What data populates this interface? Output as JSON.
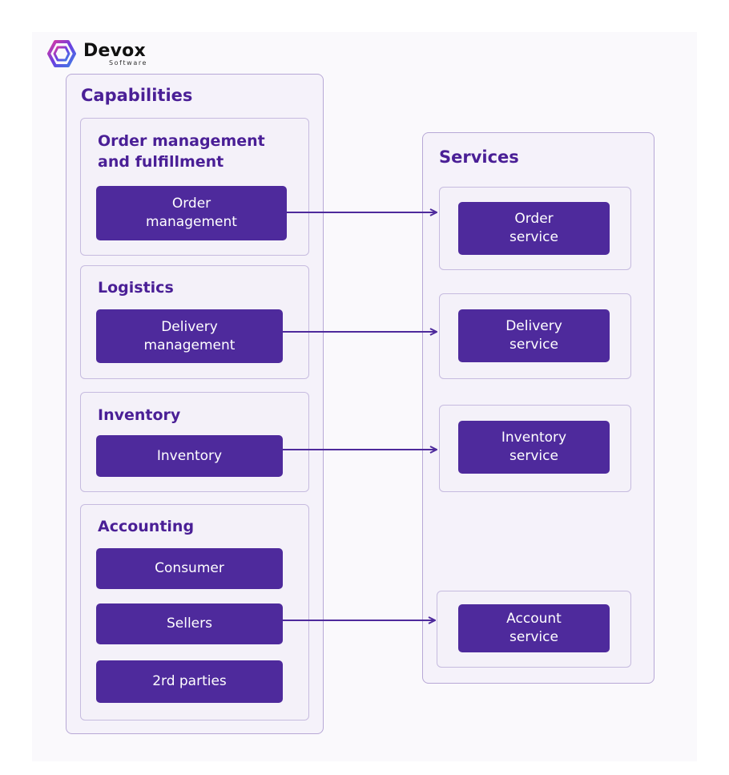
{
  "brand": {
    "name": "Devox",
    "tagline": "Software",
    "colors": {
      "pink": "#e0399f",
      "violet": "#6a3fe0",
      "blue": "#3f7fe6"
    }
  },
  "colors": {
    "accent": "#4e2a9c",
    "title": "#4a1f96",
    "border": "#b7a8d6"
  },
  "capabilities": {
    "title": "Capabilities",
    "groups": [
      {
        "title": "Order management\nand fulfillment",
        "items": [
          "Order\nmanagement"
        ]
      },
      {
        "title": "Logistics",
        "items": [
          "Delivery\nmanagement"
        ]
      },
      {
        "title": "Inventory",
        "items": [
          "Inventory"
        ]
      },
      {
        "title": "Accounting",
        "items": [
          "Consumer",
          "Sellers",
          "2rd parties"
        ]
      }
    ]
  },
  "services": {
    "title": "Services",
    "items": [
      "Order\nservice",
      "Delivery\nservice",
      "Inventory\nservice",
      "Account\nservice"
    ]
  },
  "connections": [
    {
      "from": "Order\nmanagement",
      "to": "Order\nservice"
    },
    {
      "from": "Delivery\nmanagement",
      "to": "Delivery\nservice"
    },
    {
      "from": "Inventory",
      "to": "Inventory\nservice"
    },
    {
      "from": "Sellers",
      "to": "Account\nservice"
    }
  ]
}
